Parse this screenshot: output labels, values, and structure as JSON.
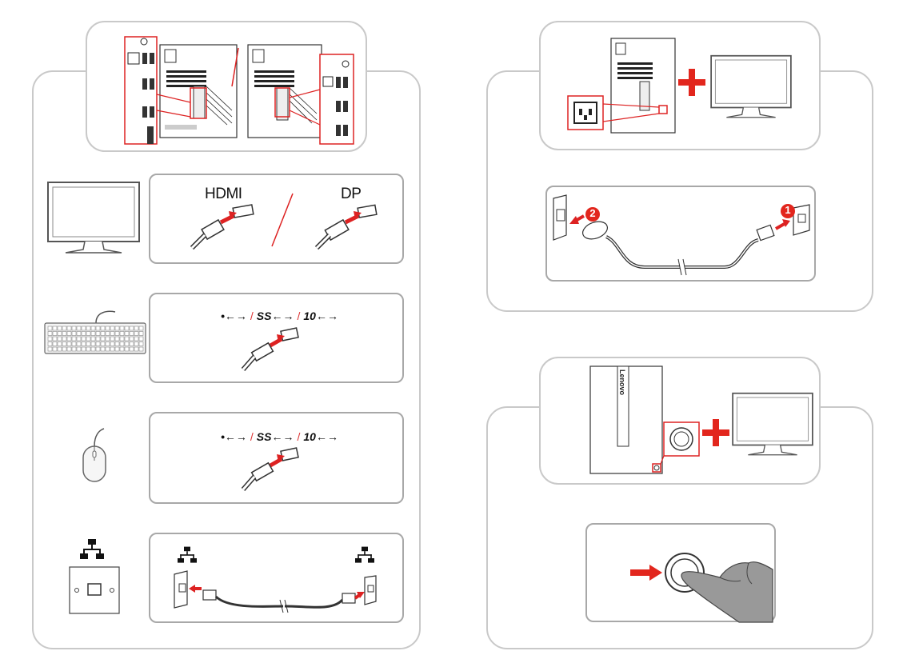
{
  "video": {
    "hdmi_label": "HDMI",
    "dp_label": "DP"
  },
  "usb_labels": {
    "usb2": "•←→",
    "usb_ss": "SS←→",
    "usb_10": "10←→",
    "separator": "/"
  },
  "power": {
    "step1": "1",
    "step2": "2"
  },
  "brand": {
    "name": "Lenovo"
  },
  "colors": {
    "frame": "#c9c9c9",
    "panel": "#a8a8a8",
    "accent": "#e2261d"
  },
  "icons": [
    "monitor-icon",
    "keyboard-icon",
    "mouse-icon",
    "network-icon",
    "power-button-icon",
    "plus-icon",
    "arrow-icon",
    "hand-icon"
  ]
}
